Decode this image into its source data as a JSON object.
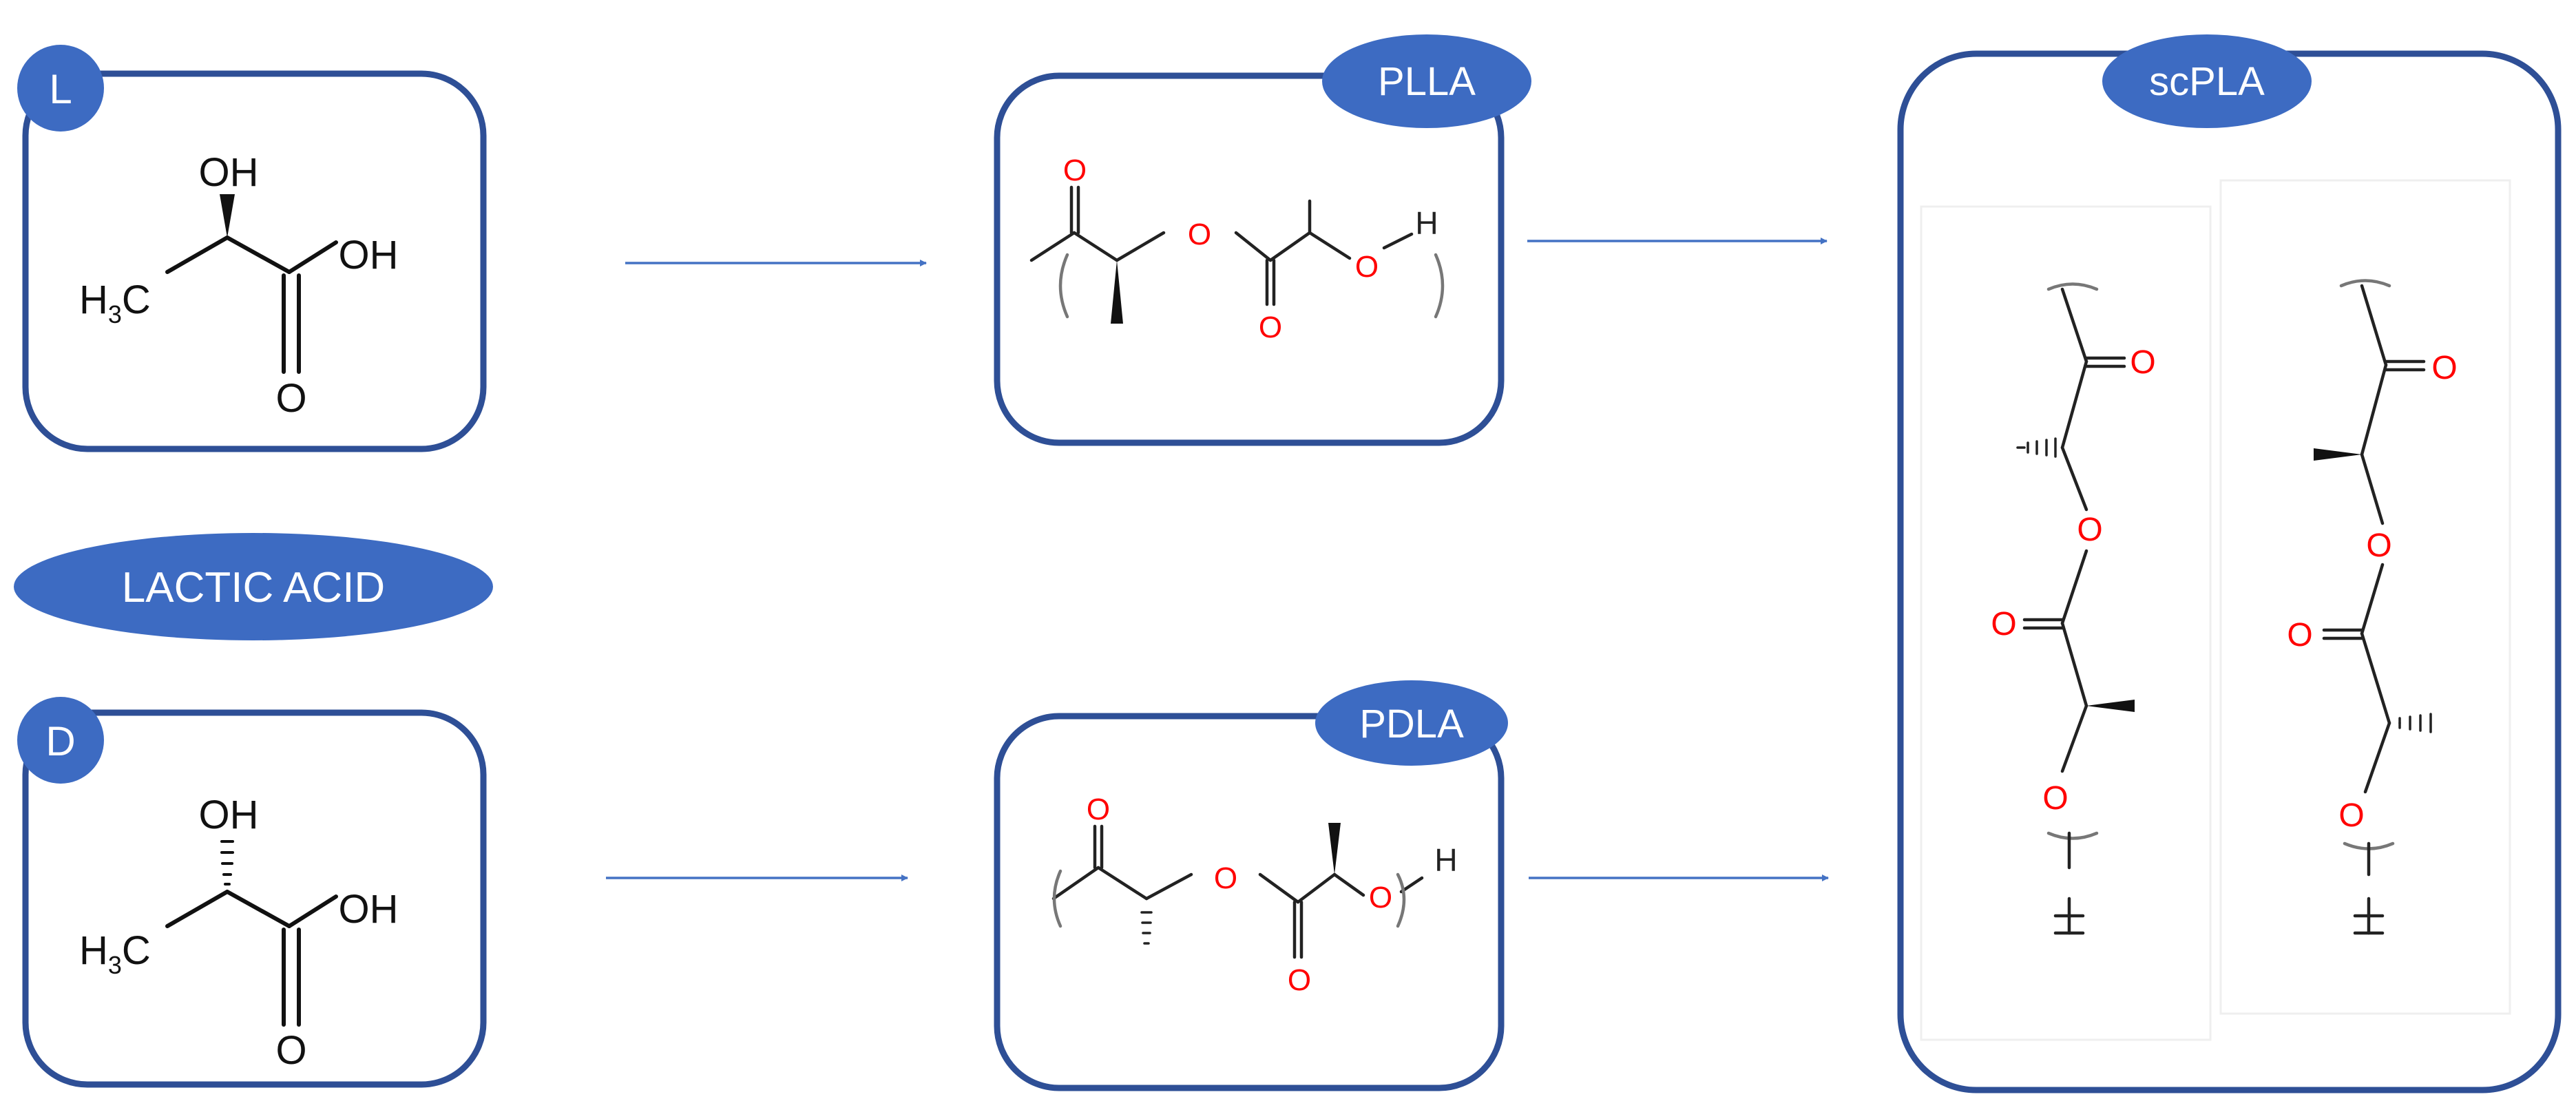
{
  "labels": {
    "l_badge": "L",
    "d_badge": "D",
    "lactic_acid": "LACTIC ACID",
    "plla": "PLLA",
    "pdla": "PDLA",
    "scpla": "scPLA"
  },
  "atoms": {
    "oh": "OH",
    "h3": "H",
    "h3_sub": "3",
    "c": "C",
    "o": "O",
    "h": "H"
  },
  "colors": {
    "box_border": "#2e4f96",
    "badge_fill": "#3d6bc2",
    "badge_text": "#ffffff",
    "arrow": "#4472c4",
    "bond": "#333333",
    "oxygen": "#ff0000",
    "bracket": "#666666"
  }
}
